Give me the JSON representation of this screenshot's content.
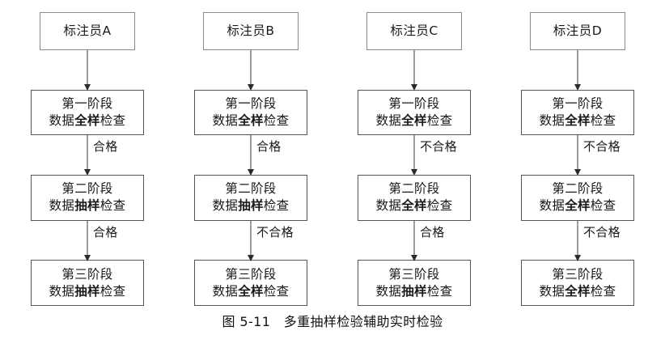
{
  "figure": {
    "caption": "图 5-11　多重抽样检验辅助实时检验",
    "colors": {
      "background": "#ffffff",
      "box_border": "#555555",
      "actor_box_border": "#8a8a8a",
      "arrow": "#2b2b2b",
      "text": "#1a1a1a"
    }
  },
  "columns": [
    {
      "actor": "标注员A",
      "stages": [
        {
          "line1": "第一阶段",
          "prefix": "数据",
          "method": "全样",
          "suffix": "检查"
        },
        {
          "line1": "第二阶段",
          "prefix": "数据",
          "method": "抽样",
          "suffix": "检查"
        },
        {
          "line1": "第三阶段",
          "prefix": "数据",
          "method": "抽样",
          "suffix": "检查"
        }
      ],
      "edges": [
        "合格",
        "合格"
      ]
    },
    {
      "actor": "标注员B",
      "stages": [
        {
          "line1": "第一阶段",
          "prefix": "数据",
          "method": "全样",
          "suffix": "检查"
        },
        {
          "line1": "第二阶段",
          "prefix": "数据",
          "method": "抽样",
          "suffix": "检查"
        },
        {
          "line1": "第三阶段",
          "prefix": "数据",
          "method": "全样",
          "suffix": "检查"
        }
      ],
      "edges": [
        "合格",
        "不合格"
      ]
    },
    {
      "actor": "标注员C",
      "stages": [
        {
          "line1": "第一阶段",
          "prefix": "数据",
          "method": "全样",
          "suffix": "检查"
        },
        {
          "line1": "第二阶段",
          "prefix": "数据",
          "method": "全样",
          "suffix": "检查"
        },
        {
          "line1": "第三阶段",
          "prefix": "数据",
          "method": "抽样",
          "suffix": "检查"
        }
      ],
      "edges": [
        "不合格",
        "合格"
      ]
    },
    {
      "actor": "标注员D",
      "stages": [
        {
          "line1": "第一阶段",
          "prefix": "数据",
          "method": "全样",
          "suffix": "检查"
        },
        {
          "line1": "第二阶段",
          "prefix": "数据",
          "method": "全样",
          "suffix": "检查"
        },
        {
          "line1": "第三阶段",
          "prefix": "数据",
          "method": "全样",
          "suffix": "检查"
        }
      ],
      "edges": [
        "不合格",
        "不合格"
      ]
    }
  ]
}
